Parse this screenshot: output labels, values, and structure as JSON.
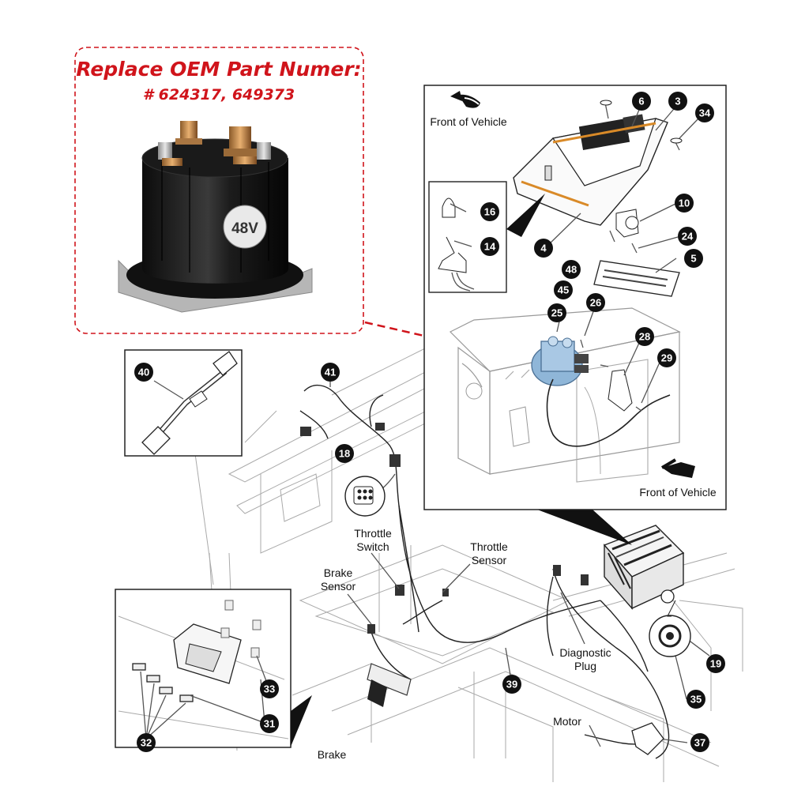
{
  "promo": {
    "title": "Replace OEM Part Numer:",
    "part_numbers": "# 624317, 649373",
    "voltage_label": "48V",
    "accent": "#d0141b"
  },
  "diagram": {
    "front_label_top": "Front of Vehicle",
    "front_label_bottom": "Front of Vehicle",
    "throttle_switch_line1": "Throttle",
    "throttle_switch_line2": "Switch",
    "throttle_sensor_line1": "Throttle",
    "throttle_sensor_line2": "Sensor",
    "brake_sensor_line1": "Brake",
    "brake_sensor_line2": "Sensor",
    "diagnostic_plug_line1": "Diagnostic",
    "diagnostic_plug_line2": "Plug",
    "motor_label": "Motor",
    "cut_label": "Brake"
  },
  "callouts": {
    "c3": "3",
    "c4": "4",
    "c5": "5",
    "c6": "6",
    "c10": "10",
    "c14": "14",
    "c16": "16",
    "c18": "18",
    "c19": "19",
    "c24": "24",
    "c25": "25",
    "c26": "26",
    "c28": "28",
    "c29": "29",
    "c31": "31",
    "c32": "32",
    "c33": "33",
    "c34": "34",
    "c35": "35",
    "c37": "37",
    "c39": "39",
    "c40": "40",
    "c41": "41",
    "c45": "45",
    "c48": "48"
  }
}
